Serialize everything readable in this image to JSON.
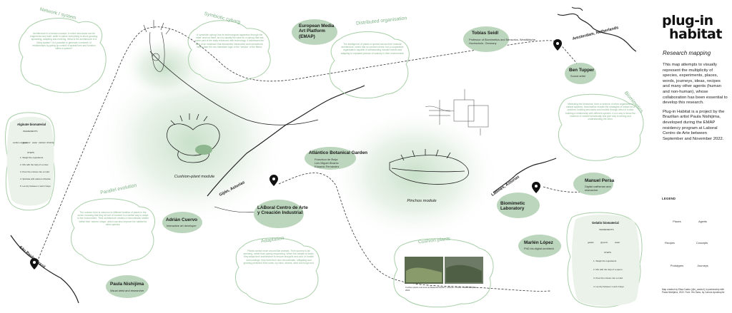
{
  "sidebar": {
    "logo_line1": "plug-in",
    "logo_line2": "habitat",
    "subtitle": "Research mapping",
    "paragraph1": "This map attempts to visually represent the multiplicity of species, experiments, places, words, journeys, ideas, recipes and many other agents (human and non-human), whose collaboration has been essential to develop this research.",
    "paragraph2": "Plug-in Habitat is a project by the Brazilian artist Paula Nishijima, developed during the EMAP residency program at Laboral Centro de Arte between September and November 2022.",
    "legend_title": "LEGEND",
    "legend": [
      "Places",
      "Agents",
      "Recipes",
      "Concepts",
      "Prototypes",
      "Journeys"
    ],
    "credits": "Map created by Elisa Castro (@e_castro1) in partnership with Paula Nishijima, 2022. Font: Yes Sans, by Carrois Apostrophe"
  },
  "agents": [
    {
      "name": "European Media Art Platform (EMAP)",
      "role": ""
    },
    {
      "name": "Tobias Seidl",
      "role": "Professor of Biomimetics and Sensorics, Westfälische Hochschule, Germany"
    },
    {
      "name": "Ben Tupper",
      "role": "Sound artist"
    },
    {
      "name": "Atlántico Botanical Garden",
      "role": "Francisco de Borja\nLuis Miguel Álvarez\nEduardo Fernández"
    },
    {
      "name": "Manuel Persa",
      "role": "Digital craftsman and researcher"
    },
    {
      "name": "Biomimetic Laboratory",
      "role": ""
    },
    {
      "name": "Adrián Cuervo",
      "role": "Interactive art developer"
    },
    {
      "name": "LABoral Centro de Arte y Creación Industrial",
      "role": ""
    },
    {
      "name": "Marlén López",
      "role": "PhD bio-digital architech"
    },
    {
      "name": "Paula Nishijima",
      "role": "Visual artist and researcher"
    }
  ],
  "concepts": [
    {
      "title": "Network / system",
      "text": "Architecture is a human concept, in which structures can be engineered and built, while in nature everything is about growing, spreading, adapting and evolving. What is the architecture of a living system? Is it possible to generate a network of relationships by giving up control of spatial form and function within a system?"
    },
    {
      "title": "Symbiotic cyborg",
      "text": "A 'symbiotic cyborg' has its technological apparatus through the 'other' and not itself, as it is usually the case for a cyborg that has some part of the body enhanced with technology. It addresses the idea of an existence that dismantles hierarchies and interactions, rather than the neo-liberalism logic of the 'version' of the fittest."
    },
    {
      "title": "Distributed organisation",
      "text": "The intelligence of plants is spread across their modular architecture, which has no central control, but a cooperative organisation capable of withstanding harmful events and adapting to repeated periods of scarcity in their environment."
    },
    {
      "title": "Biomimetics",
      "text": "Mimicking the behaviour, form or science of other organisms or natural systems, biomimetics reveals the strategies of nature for a problem, building structures and models through which it is also building a relationship with different species. It is a way to know the essence of oneself individually and give way to seeing and understanding the other."
    },
    {
      "title": "Parallel evolution",
      "text": "The cushion form is common to different families of plants in the world, meaning that they all sort of evolved in a similar way to adapt to the environment. Their architecture creates a microclimatic shelter within their 'domes' shape, which can also improve the habitat for other species."
    },
    {
      "title": "Adaptation",
      "text": "Plants cannot move around like animals. Their journey is far seeming, rather than openly responding. When the climate is harsh, they adapt their architecture to ensure droughts and cold. In hostile surroundings, they build their own microclimate, mitigating and growing protected from snow, icy rains, storms, wind and tough soil."
    },
    {
      "title": "Cushion plants",
      "text": ""
    }
  ],
  "places": [
    "Amsterdam, Netherlands",
    "Gijón, Asturias",
    "Ladines, Asturias",
    "São Paulo, Brazil"
  ],
  "modules": [
    "Cushion-plant module",
    "Pinchos module"
  ],
  "recipes": {
    "alginate": {
      "title": "Alginate biomaterial",
      "ingredients_label": "INGREDIENTS",
      "steps_label": "STEPS",
      "ingredients": [
        "sodium alginate",
        "glycerol",
        "water",
        "calcium chloride"
      ],
      "steps": [
        "1. Weigh the ingredients",
        "2. Mix with the help of a mixer",
        "3. Pour the mixture into a mold",
        "4. Sprinkle with calcium chloride",
        "5. Let dry between 1 and 2 days"
      ]
    },
    "gelatin": {
      "title": "Gelatin biomaterial",
      "ingredients_label": "INGREDIENTS",
      "steps_label": "STEPS",
      "ingredients": [
        "gelatin",
        "glycerin",
        "water"
      ],
      "steps": [
        "1. Weigh the ingredients",
        "2. Mix with the help of a spoon",
        "3. Pour the mixture into a mold",
        "4. Let dry between 1 and 2 days"
      ]
    }
  },
  "photo_caption": "Cushion plants and trees at Botanical Garden, Ladines. Photos: Paula Nishijima, 2022.",
  "colors": {
    "agent": "#bcd6bd",
    "concept_text": "#86b48c",
    "glow": "#cfe3cf",
    "line": "#222222"
  },
  "icons": [
    "pin-icon",
    "leaf-icon",
    "sprout-icon",
    "spiral-icon",
    "dots-icon",
    "prototype-icon"
  ]
}
